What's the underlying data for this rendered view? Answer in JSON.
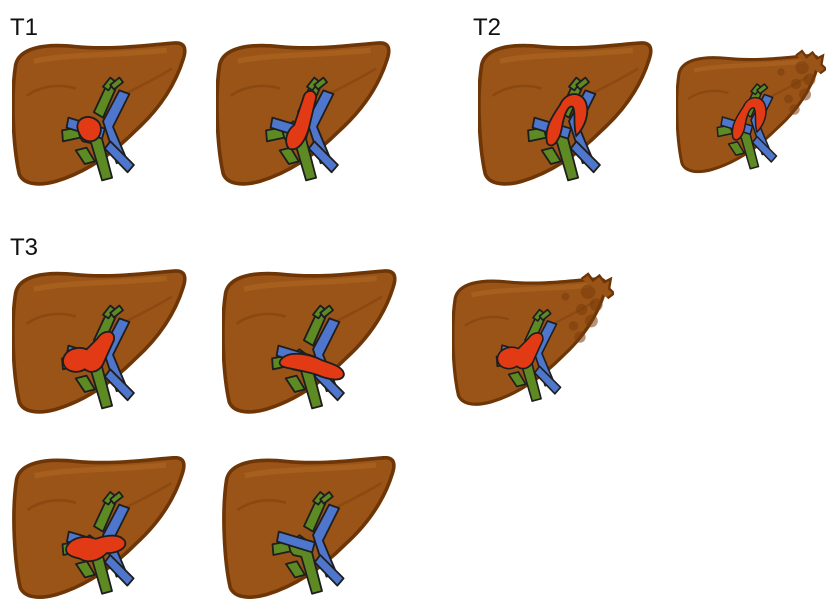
{
  "labels": {
    "t1": "T1",
    "t2": "T2",
    "t3": "T3"
  },
  "colors": {
    "liver": "#9a5418",
    "liver_edge": "#6e3606",
    "liver_shade": "#b46a24",
    "tumor": "#e23a14",
    "bile_duct": "#5e8a24",
    "portal_vein": "#4e76cc",
    "vessel_edge": "#1e1e1e"
  },
  "panels": [
    {
      "id": "t1-a",
      "tumor": "round-hilar",
      "atrophy": false
    },
    {
      "id": "t1-b",
      "tumor": "left-duct",
      "atrophy": false
    },
    {
      "id": "t2-a",
      "tumor": "arch",
      "atrophy": false
    },
    {
      "id": "t2-b",
      "tumor": "arch",
      "atrophy": true
    },
    {
      "id": "t3-a",
      "tumor": "left-v",
      "atrophy": false
    },
    {
      "id": "t3-b",
      "tumor": "right-band",
      "atrophy": false
    },
    {
      "id": "t3-c",
      "tumor": "left-v",
      "atrophy": true
    },
    {
      "id": "t3-d",
      "tumor": "left-wrap",
      "atrophy": false
    },
    {
      "id": "t3-e",
      "tumor": "none",
      "atrophy": false
    }
  ]
}
